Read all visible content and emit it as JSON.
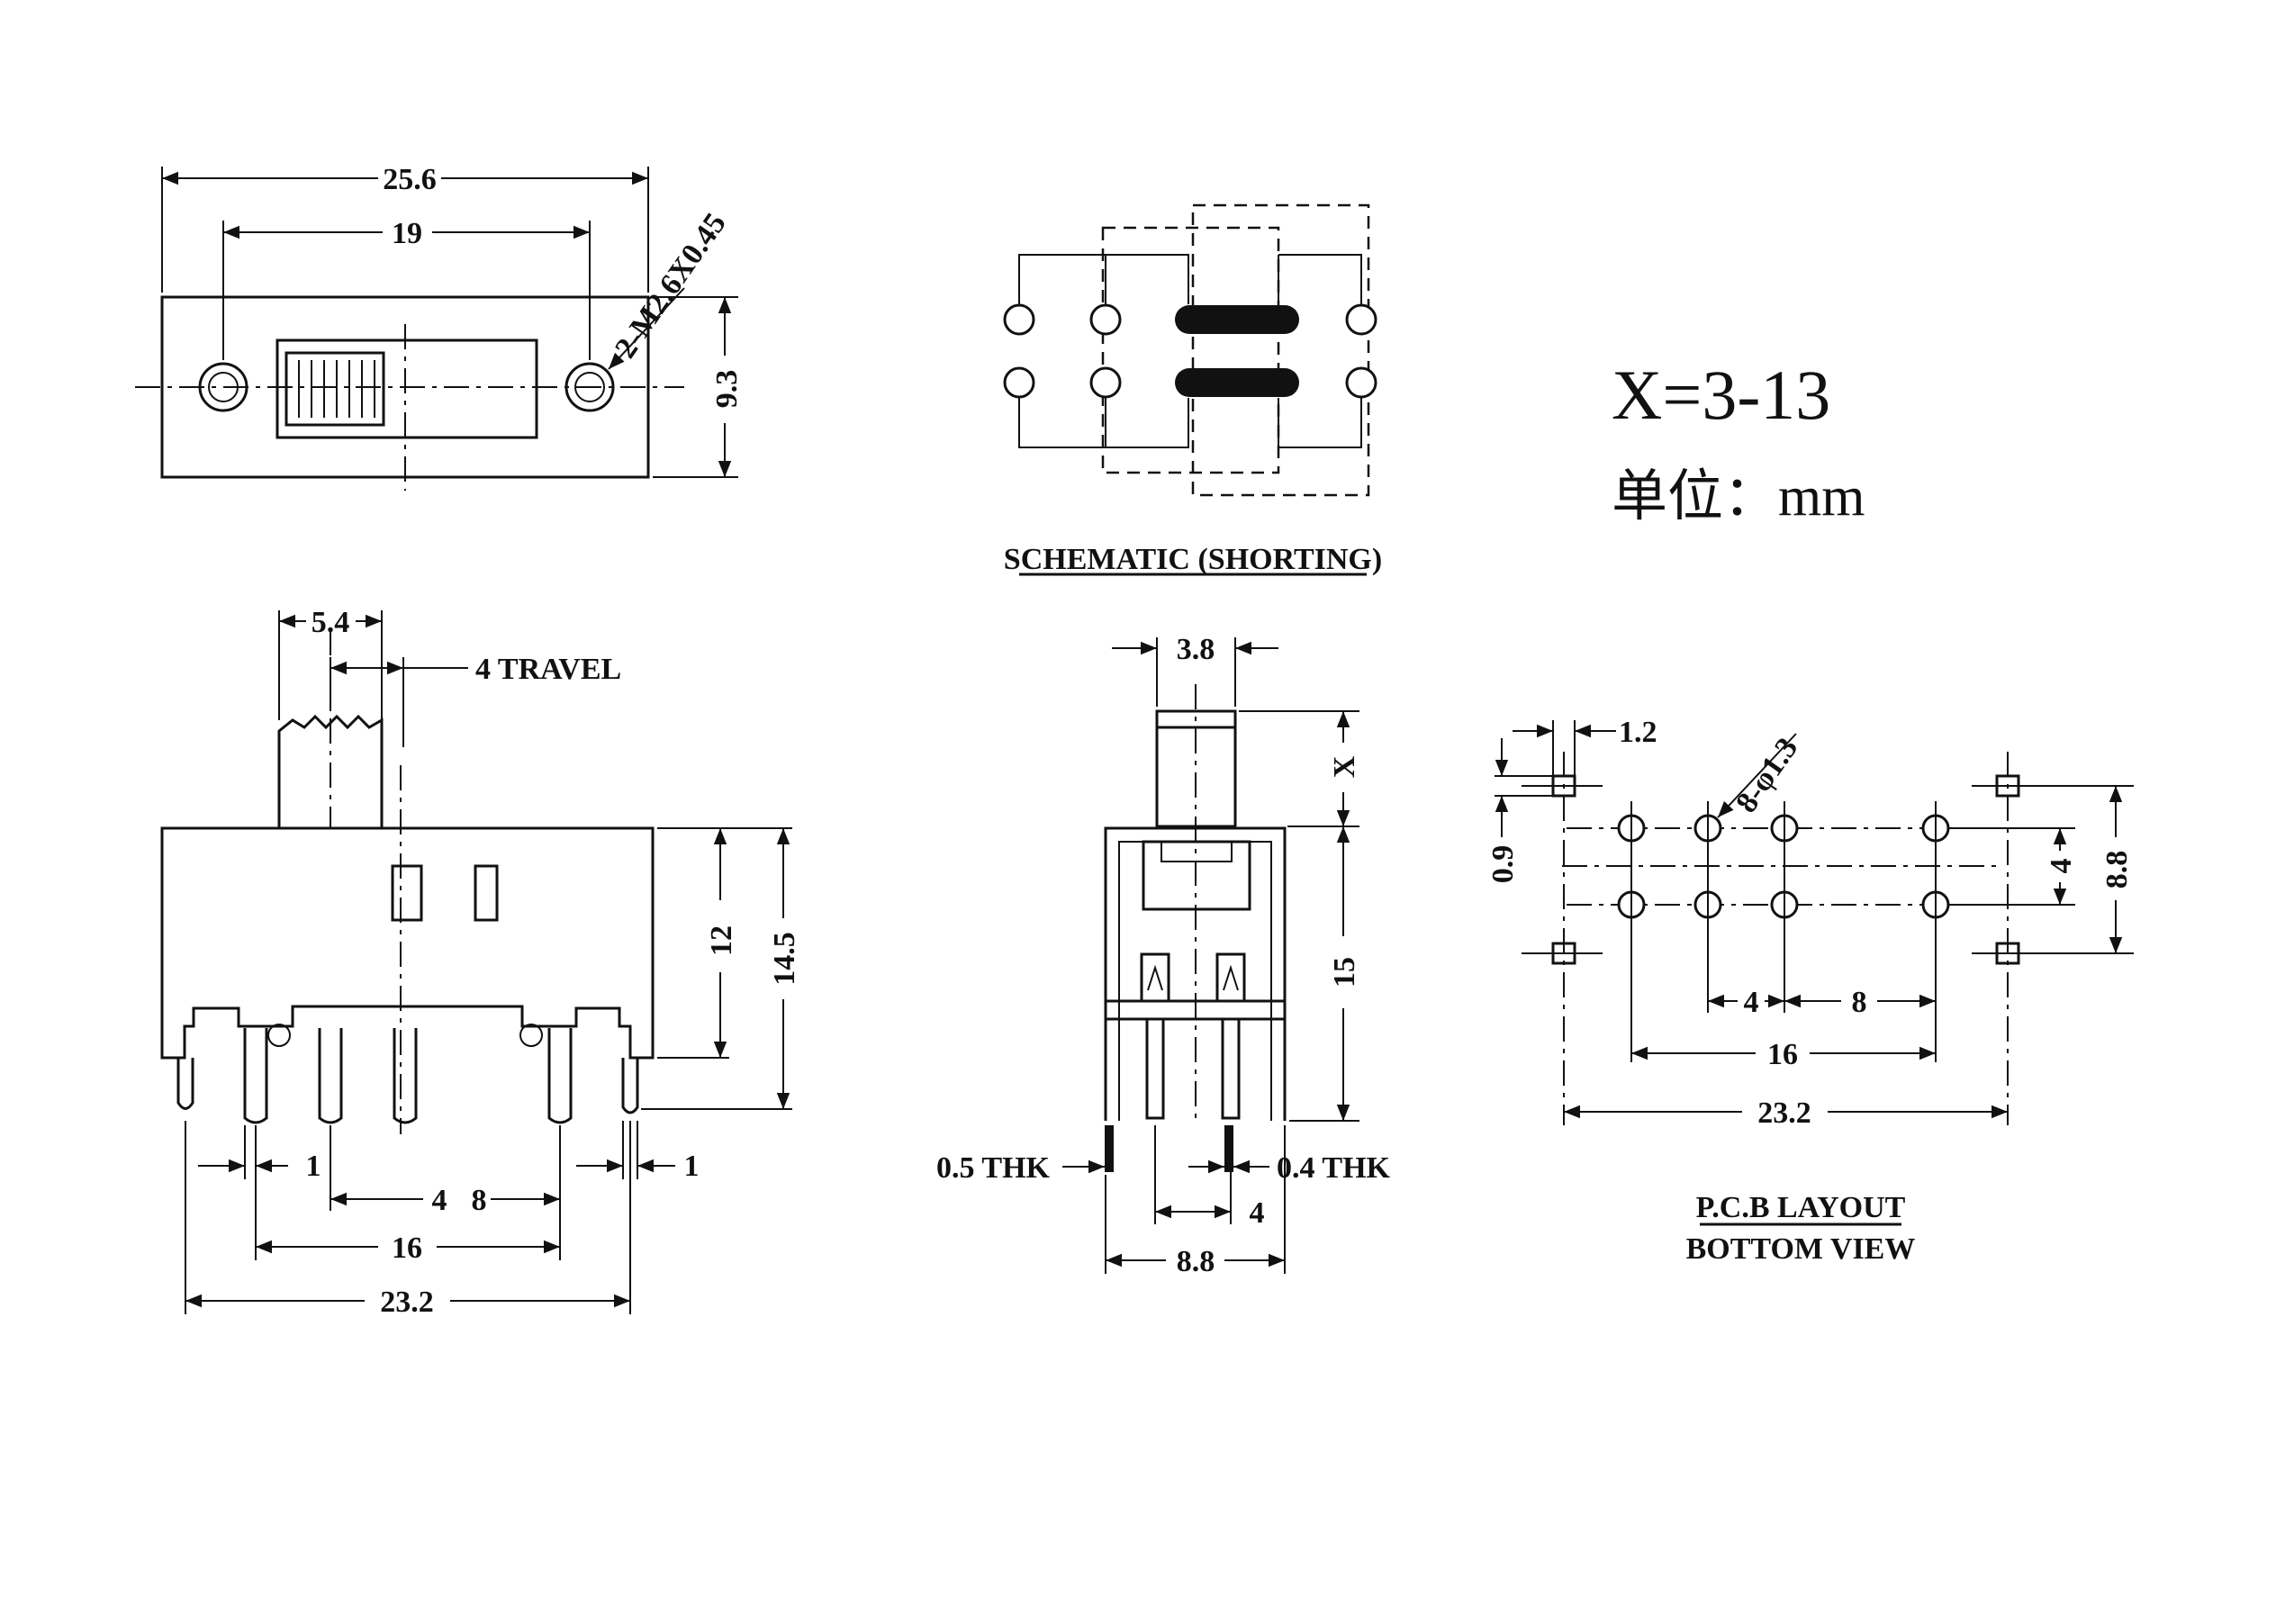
{
  "top_view": {
    "dim_overall_width": "25.6",
    "dim_hole_spacing": "19",
    "dim_height": "9.3",
    "dim_holes": "2-M2.6X0.45"
  },
  "side_view": {
    "dim_actuator_width": "5.4",
    "dim_travel": "4 TRAVEL",
    "dim_body_height": "12",
    "dim_total_height": "14.5",
    "dim_pin_width_left": "1",
    "dim_pin_width_right": "1",
    "dim_pitch_4": "4",
    "dim_pitch_8": "8",
    "dim_16": "16",
    "dim_23_2": "23.2"
  },
  "schematic": {
    "caption": "SCHEMATIC (SHORTING)"
  },
  "end_view": {
    "dim_actuator": "3.8",
    "dim_x": "X",
    "dim_15": "15",
    "dim_thk_05": "0.5 THK",
    "dim_thk_04": "0.4 THK",
    "dim_4": "4",
    "dim_8_8": "8.8"
  },
  "note": {
    "x_range": "X=3-13",
    "unit_label": "单位：",
    "unit_value": "mm"
  },
  "pcb_layout": {
    "dim_1_2": "1.2",
    "dim_holes": "8-φ1.3",
    "dim_0_9": "0.9",
    "dim_4_vertical": "4",
    "dim_8_8": "8.8",
    "dim_4": "4",
    "dim_8": "8",
    "dim_16": "16",
    "dim_23_2": "23.2",
    "caption_line1": "P.C.B LAYOUT",
    "caption_line2": "BOTTOM VIEW"
  }
}
